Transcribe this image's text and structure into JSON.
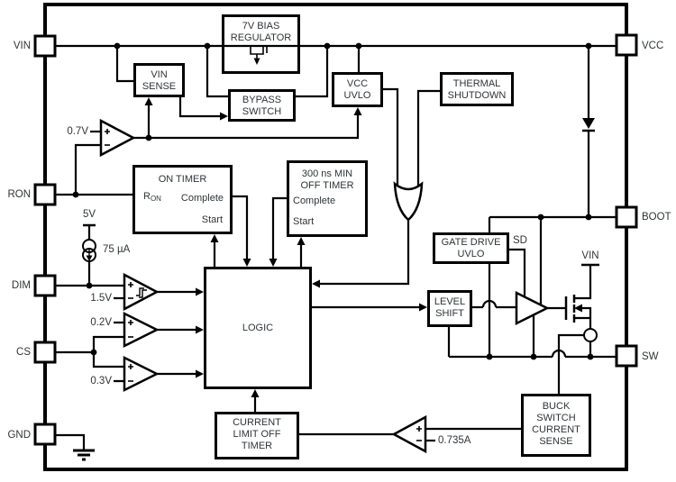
{
  "pins": {
    "vin": "VIN",
    "ron": "RON",
    "dim": "DIM",
    "cs": "CS",
    "gnd": "GND",
    "vcc": "VCC",
    "boot": "BOOT",
    "sw": "SW"
  },
  "blocks": {
    "bias_regulator": {
      "line1": "7V BIAS",
      "line2": "REGULATOR"
    },
    "vin_sense": {
      "line1": "VIN",
      "line2": "SENSE"
    },
    "bypass_switch": {
      "line1": "BYPASS",
      "line2": "SWITCH"
    },
    "vcc_uvlo": {
      "line1": "VCC",
      "line2": "UVLO"
    },
    "thermal_shutdown": {
      "line1": "THERMAL",
      "line2": "SHUTDOWN"
    },
    "on_timer": {
      "title": "ON TIMER",
      "r_label": "R",
      "r_sub": "ON",
      "complete": "Complete",
      "start": "Start"
    },
    "off_timer": {
      "line1": "300 ns MIN",
      "line2": "OFF TIMER",
      "complete": "Complete",
      "start": "Start"
    },
    "logic": {
      "label": "LOGIC"
    },
    "gate_drive_uvlo": {
      "line1": "GATE DRIVE",
      "line2": "UVLO"
    },
    "level_shift": {
      "line1": "LEVEL",
      "line2": "SHIFT"
    },
    "current_limit_off_timer": {
      "line1": "CURRENT",
      "line2": "LIMIT OFF",
      "line3": "TIMER"
    },
    "buck_switch_current_sense": {
      "line1": "BUCK",
      "line2": "SWITCH",
      "line3": "CURRENT",
      "line4": "SENSE"
    }
  },
  "references": {
    "vin_comparator": "0.7V",
    "dim_comparator": "1.5V",
    "cs_high_comparator": "0.2V",
    "cs_low_comparator": "0.3V",
    "current_limit": "0.735A",
    "dim_pullup_supply": "5V",
    "dim_pullup_current": "75 µA"
  },
  "annotations": {
    "shutdown_signal": "SD",
    "fet_supply": "VIN"
  },
  "colors": {
    "line": "#000000",
    "text": "#2f3437",
    "background": "#ffffff"
  }
}
